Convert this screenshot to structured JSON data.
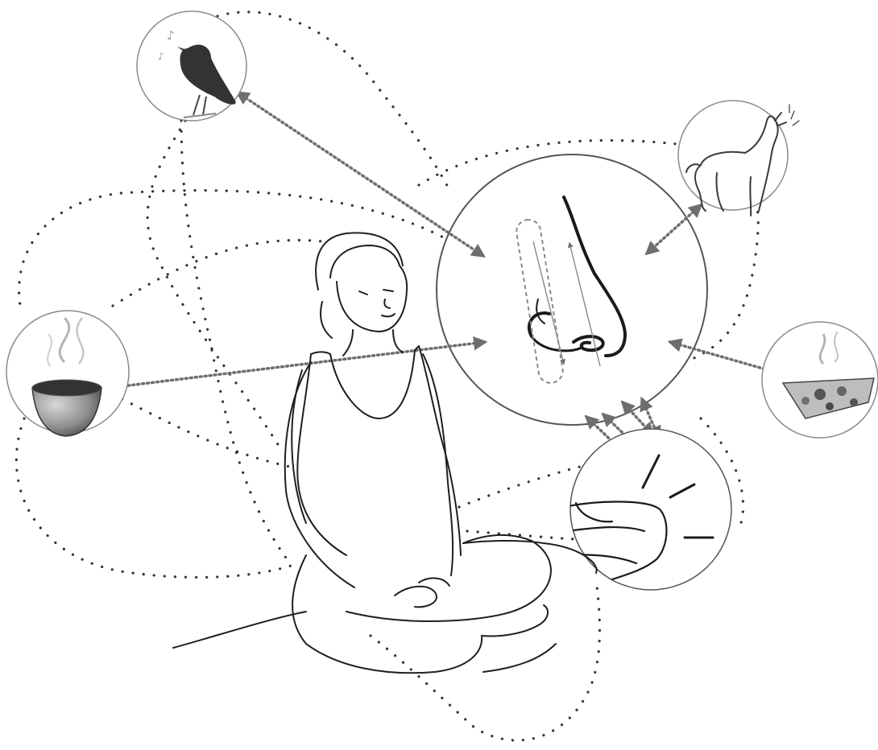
{
  "illustration": {
    "subject": "seated-meditator",
    "focus": "nose-breath-awareness",
    "stimuli": [
      "bird-singing",
      "dog-barking",
      "steaming-cup",
      "pizza-slice",
      "body-sensation"
    ]
  },
  "colors": {
    "background": "#ffffff",
    "ink": "#1a1a1a",
    "circle_stroke": "#8a8a8a",
    "arrow": "#6e6e6e",
    "dots": "#333333",
    "steam": "#b5b5b5",
    "dark_fill": "#333333"
  },
  "icons": [
    "bird-icon",
    "dog-icon",
    "coffee-cup-icon",
    "pizza-slice-icon",
    "nose-icon",
    "knee-icon",
    "person-icon"
  ]
}
